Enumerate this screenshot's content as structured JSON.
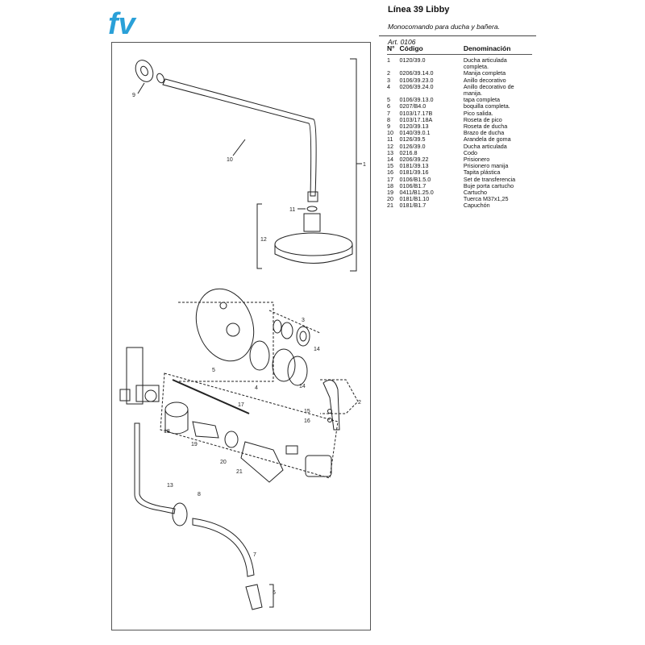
{
  "header": {
    "title": "Línea 39 Libby",
    "subtitle": "Monocomando para ducha y bañera.",
    "article": "Art. 0106"
  },
  "logo": {
    "text": "fv",
    "color": "#2aa0d8"
  },
  "table": {
    "col_number": "N°",
    "col_code": "Código",
    "col_name": "Denominación",
    "rows": [
      {
        "n": "1",
        "code": "0120/39.0",
        "name": "Ducha articulada"
      },
      {
        "n": "",
        "code": "",
        "name": "completa."
      },
      {
        "n": "2",
        "code": "0206/39.14.0",
        "name": "Manija completa"
      },
      {
        "n": "3",
        "code": "0106/39.23.0",
        "name": "Anillo decorativo"
      },
      {
        "n": "4",
        "code": "0206/39.24.0",
        "name": "Anillo decorativo de"
      },
      {
        "n": "",
        "code": "",
        "name": "manija."
      },
      {
        "n": "5",
        "code": "0106/39.13.0",
        "name": "tapa completa"
      },
      {
        "n": "6",
        "code": "0207/B4.0",
        "name": "boquilla completa."
      },
      {
        "n": "7",
        "code": "0103/17.17B",
        "name": "Pico salida."
      },
      {
        "n": "8",
        "code": "0103/17.18A",
        "name": "Roseta de pico"
      },
      {
        "n": "9",
        "code": "0120/39.13",
        "name": "Roseta de ducha"
      },
      {
        "n": "10",
        "code": "0140/39.0.1",
        "name": "Brazo de ducha"
      },
      {
        "n": "11",
        "code": "0126/39.5",
        "name": "Arandela de goma"
      },
      {
        "n": "12",
        "code": "0126/39.0",
        "name": "Ducha articulada"
      },
      {
        "n": "13",
        "code": "0216.8",
        "name": "Codo"
      },
      {
        "n": "14",
        "code": "0206/39.22",
        "name": "Prisionero"
      },
      {
        "n": "15",
        "code": "0181/39.13",
        "name": "Prisionero manija"
      },
      {
        "n": "16",
        "code": "0181/39.16",
        "name": "Tapita plástica"
      },
      {
        "n": "17",
        "code": "0106/B1.5.0",
        "name": "Set de transferencia"
      },
      {
        "n": "18",
        "code": "0106/B1.7",
        "name": "Buje porta cartucho"
      },
      {
        "n": "19",
        "code": "0411/B1.25.0",
        "name": "Cartucho"
      },
      {
        "n": "20",
        "code": "0181/B1.10",
        "name": "Tuerca M37x1,25"
      },
      {
        "n": "21",
        "code": "0181/B1.7",
        "name": "Capuchón"
      }
    ]
  },
  "callouts": {
    "c1": "1",
    "c2": "2",
    "c3": "3",
    "c4": "4",
    "c5": "5",
    "c6": "6",
    "c7": "7",
    "c8": "8",
    "c9": "9",
    "c10": "10",
    "c11": "11",
    "c12": "12",
    "c13": "13",
    "c14a": "14",
    "c14b": "14",
    "c15": "15",
    "c16": "16",
    "c17": "17",
    "c18": "18",
    "c19": "19",
    "c20": "20",
    "c21": "21"
  }
}
